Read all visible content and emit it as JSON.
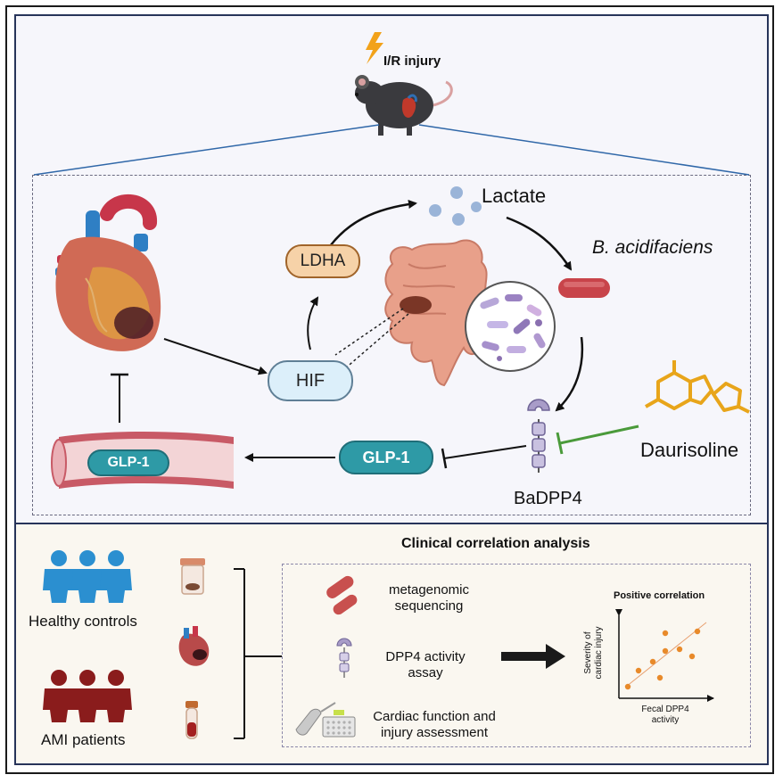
{
  "top": {
    "injury_label": "I/R injury",
    "lactate": "Lactate",
    "bacterium": "B. acidifaciens",
    "ldha": "LDHA",
    "hif": "HIF",
    "glp1_pill": "GLP-1",
    "glp1_vessel": "GLP-1",
    "daurisoline": "Daurisoline",
    "badpp4": "BaDPP4"
  },
  "bottom": {
    "title": "Clinical correlation analysis",
    "healthy": "Healthy controls",
    "ami": "AMI patients",
    "methods": [
      {
        "line1": "metagenomic",
        "line2": "sequencing"
      },
      {
        "line1": "DPP4 activity",
        "line2": "assay"
      },
      {
        "line1": "Cardiac function and",
        "line2": "injury assessment"
      }
    ],
    "plot": {
      "title": "Positive correlation",
      "ylabel1": "Severity of",
      "ylabel2": "cardiac injury",
      "xlabel1": "Fecal DPP4",
      "xlabel2": "activity"
    }
  },
  "colors": {
    "border": "#27345a",
    "ldha_fill": "#f6d2a8",
    "ldha_stroke": "#a0642a",
    "hif_fill": "#dceffa",
    "glp1_fill": "#2e9aa6",
    "daurisoline": "#e8a51a",
    "inhibit_green": "#4a9a3a",
    "people_blue": "#2b8fd0",
    "people_red": "#8a1c1c"
  }
}
